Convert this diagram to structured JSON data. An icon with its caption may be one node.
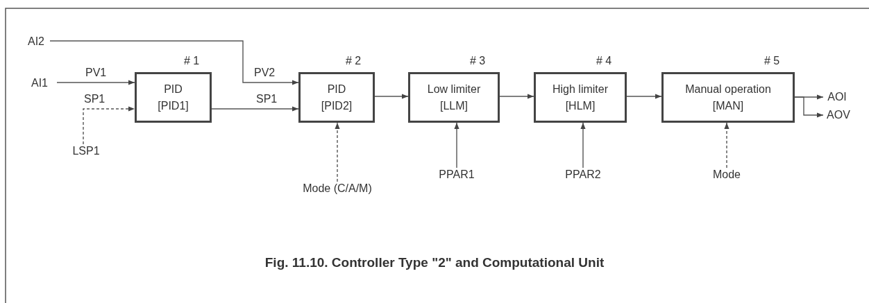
{
  "diagram": {
    "caption": "Fig. 11.10. Controller Type \"2\" and Computational Unit",
    "nodes": [
      {
        "text": [
          "AI2"
        ]
      },
      {
        "text": [
          "AI1"
        ]
      },
      {
        "text": [
          "LSP1"
        ]
      },
      {
        "text": [
          "PID",
          "[PID1]"
        ],
        "beside": [
          "# 1"
        ]
      },
      {
        "text": [
          "PID",
          "[PID2]"
        ],
        "beside": [
          "# 2"
        ]
      },
      {
        "text": [
          "Low limiter",
          "[LLM]"
        ],
        "beside": [
          "# 3"
        ]
      },
      {
        "text": [
          "High limiter",
          "[HLM]"
        ],
        "beside": [
          "# 4"
        ]
      },
      {
        "text": [
          "Manual operation",
          "[MAN]"
        ],
        "beside": [
          "# 5"
        ]
      },
      {
        "text": [
          "Mode (C/A/M)"
        ]
      },
      {
        "text": [
          "PPAR1"
        ]
      },
      {
        "text": [
          "PPAR2"
        ]
      },
      {
        "text": [
          "Mode"
        ]
      },
      {
        "text": [
          "AOI"
        ]
      },
      {
        "text": [
          "AOV"
        ]
      }
    ],
    "edges": [
      {
        "from": 1,
        "to": 3,
        "arrow": "to",
        "label": "PV1"
      },
      {
        "from": 2,
        "to": 3,
        "arrow": "to",
        "label": "SP1",
        "style": "dashed"
      },
      {
        "from": 0,
        "to": 4,
        "arrow": "to",
        "label": "PV2"
      },
      {
        "from": 3,
        "to": 4,
        "arrow": "to",
        "label": "SP1"
      },
      {
        "from": 4,
        "to": 5,
        "arrow": "to"
      },
      {
        "from": 5,
        "to": 6,
        "arrow": "to"
      },
      {
        "from": 6,
        "to": 7,
        "arrow": "to"
      },
      {
        "from": 8,
        "to": 4,
        "arrow": "to",
        "style": "dashed"
      },
      {
        "from": 9,
        "to": 5,
        "arrow": "to"
      },
      {
        "from": 10,
        "to": 6,
        "arrow": "to"
      },
      {
        "from": 11,
        "to": 7,
        "arrow": "to",
        "style": "dashed"
      },
      {
        "from": 7,
        "to": 12,
        "arrow": "to"
      },
      {
        "from": 7,
        "to": 13,
        "arrow": "to"
      }
    ]
  }
}
